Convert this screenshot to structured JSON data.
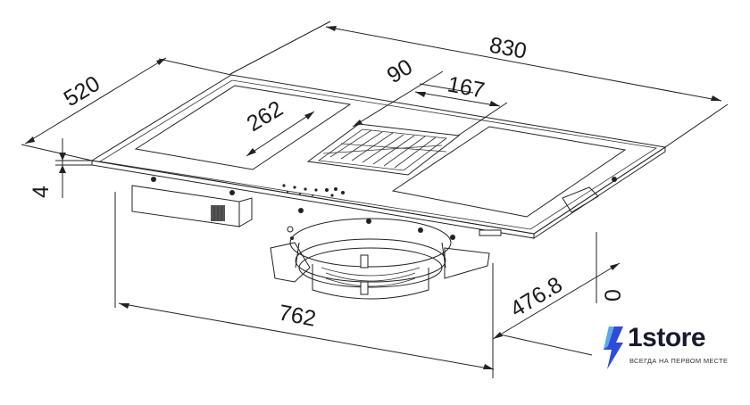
{
  "dimensions": {
    "width_total": "830",
    "depth_total": "520",
    "thickness": "4",
    "vent_width": "90",
    "vent_length": "167",
    "zone_width": "262",
    "cutout_width": "762",
    "cutout_depth": "476.8",
    "radius": "0"
  },
  "brand": {
    "name": "1store",
    "tagline": "ВСЕГДА НА ПЕРВОМ МЕСТЕ",
    "accent_color": "#2f4bd8"
  }
}
